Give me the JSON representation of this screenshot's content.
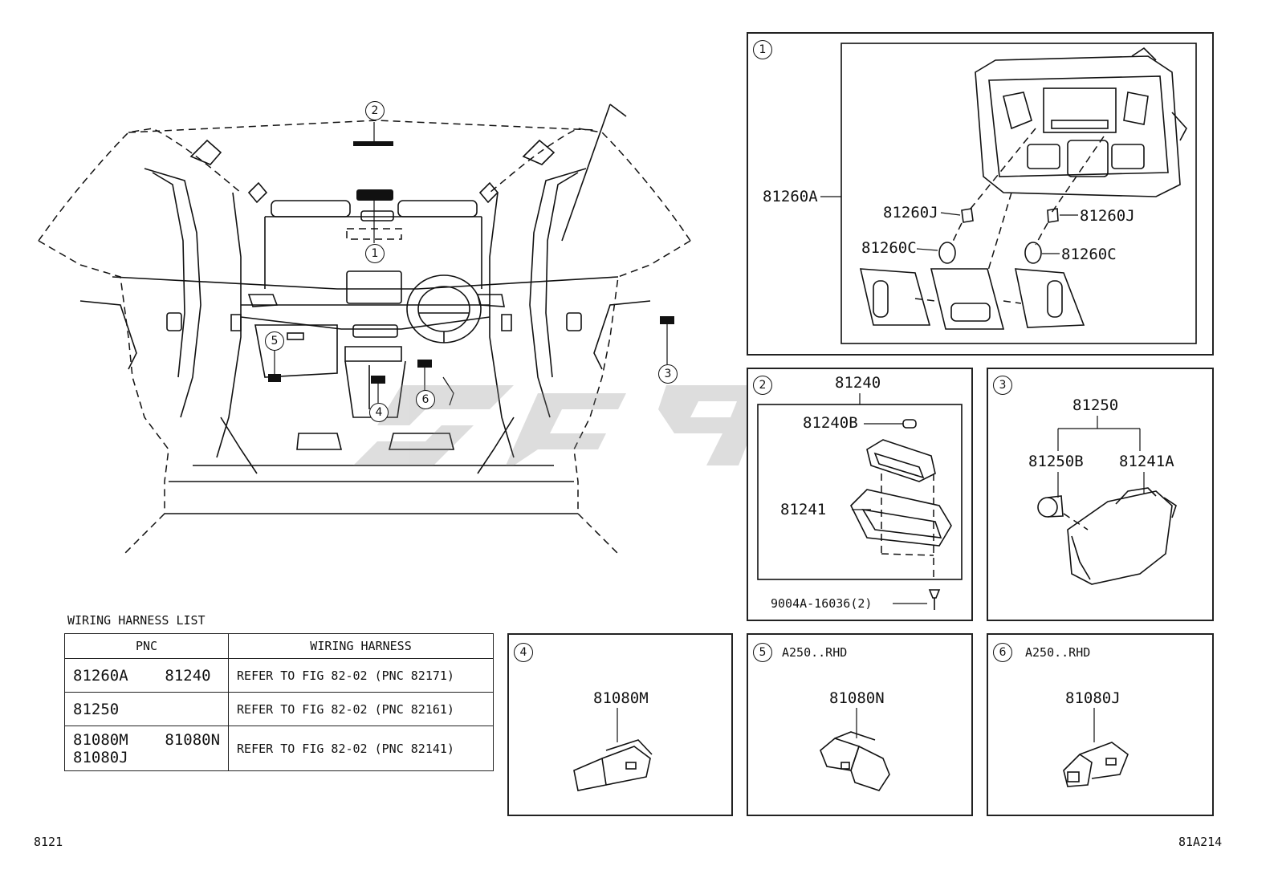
{
  "main_view": {
    "callouts": [
      "1",
      "2",
      "3",
      "4",
      "5",
      "6"
    ]
  },
  "panels": [
    {
      "number": "1",
      "note": "",
      "parts": {
        "housing": "81260A",
        "socket_left": "81260J",
        "socket_right": "81260J",
        "bulb_left": "81260C",
        "bulb_right": "81260C"
      }
    },
    {
      "number": "2",
      "note": "",
      "parts": {
        "assembly": "81240",
        "bulb": "81240B",
        "housing": "81241",
        "screw": "9004A-16036(2)"
      }
    },
    {
      "number": "3",
      "note": "",
      "parts": {
        "assembly": "81250",
        "bulb": "81250B",
        "housing": "81241A"
      }
    },
    {
      "number": "4",
      "note": "",
      "parts": {
        "connector": "81080M"
      }
    },
    {
      "number": "5",
      "note": "A250..RHD",
      "parts": {
        "connector": "81080N"
      }
    },
    {
      "number": "6",
      "note": "A250..RHD",
      "parts": {
        "connector": "81080J"
      }
    }
  ],
  "wiring_harness": {
    "title": "WIRING HARNESS LIST",
    "headers": [
      "PNC",
      "WIRING HARNESS"
    ],
    "rows": [
      {
        "pnc_line1": "81260A    81240",
        "pnc_line2": "",
        "ref": "REFER TO FIG 82-02 (PNC 82171)"
      },
      {
        "pnc_line1": "81250",
        "pnc_line2": "",
        "ref": "REFER TO FIG 82-02 (PNC 82161)"
      },
      {
        "pnc_line1": "81080M    81080N",
        "pnc_line2": "81080J",
        "ref": "REFER TO FIG 82-02 (PNC 82141)"
      }
    ]
  },
  "footer": {
    "left_code": "8121",
    "right_code": "81A214"
  }
}
